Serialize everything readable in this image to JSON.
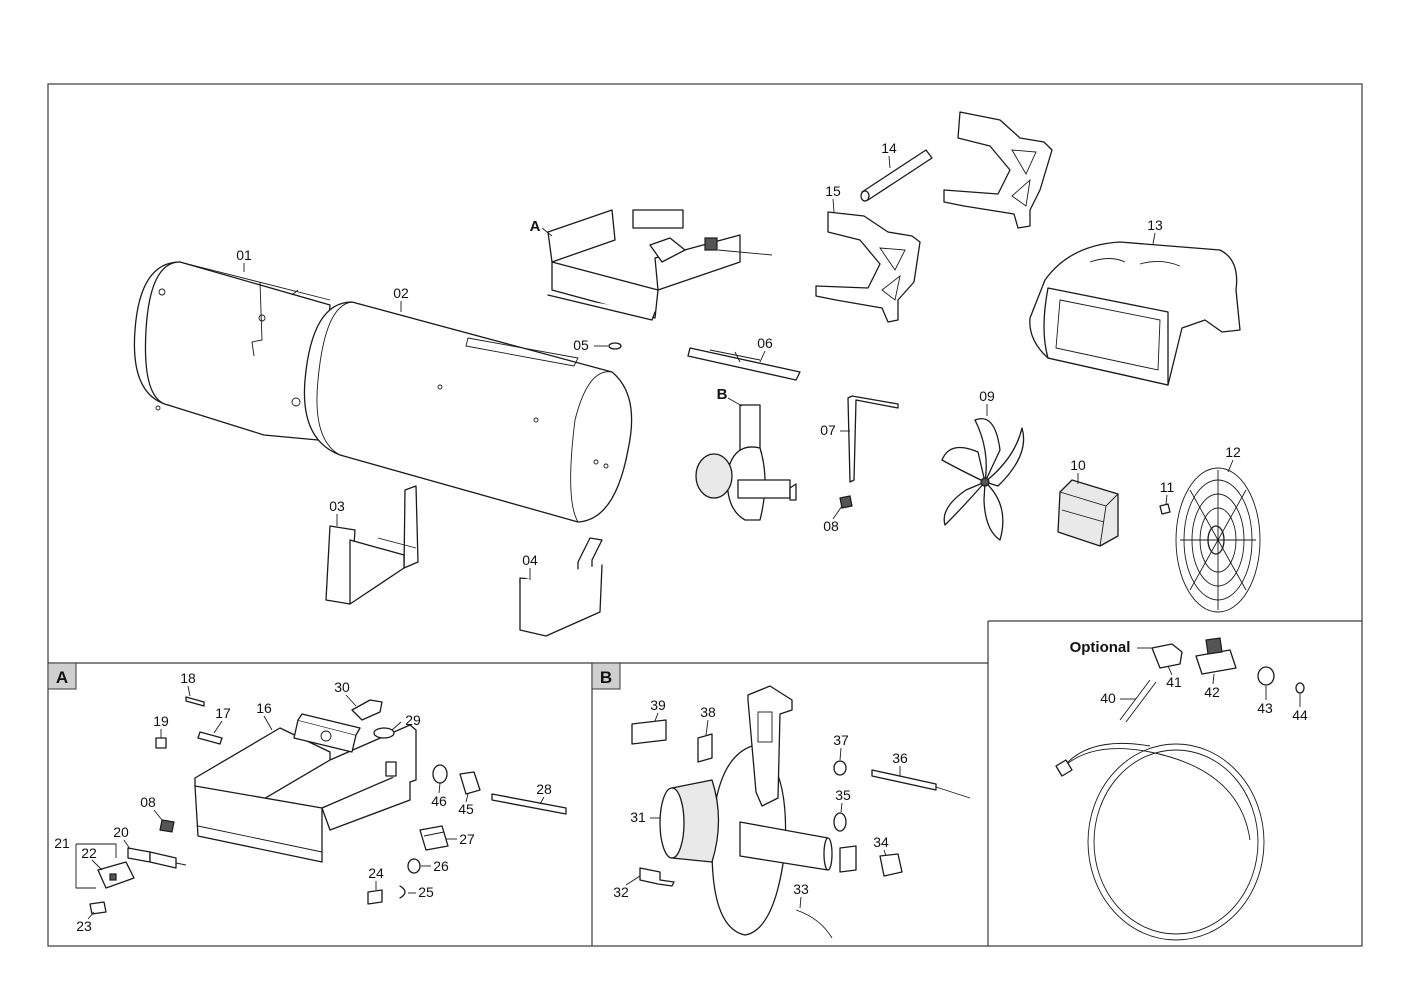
{
  "sections": {
    "A": "A",
    "B": "B",
    "optional": "Optional"
  },
  "main_labels": {
    "p01": "01",
    "p02": "02",
    "p03": "03",
    "p04": "04",
    "p05": "05",
    "p06": "06",
    "p07": "07",
    "p08": "08",
    "p09": "09",
    "p10": "10",
    "p11": "11",
    "p12": "12",
    "p13": "13",
    "p14": "14",
    "p15": "15",
    "refA": "A",
    "refB": "B"
  },
  "panel_a_labels": {
    "p16": "16",
    "p17": "17",
    "p18": "18",
    "p19": "19",
    "p08": "08",
    "p20": "20",
    "p21": "21",
    "p22": "22",
    "p23": "23",
    "p24": "24",
    "p25": "25",
    "p26": "26",
    "p27": "27",
    "p28": "28",
    "p29": "29",
    "p30": "30",
    "p45": "45",
    "p46": "46"
  },
  "panel_b_labels": {
    "p31": "31",
    "p32": "32",
    "p33": "33",
    "p34": "34",
    "p35": "35",
    "p36": "36",
    "p37": "37",
    "p38": "38",
    "p39": "39"
  },
  "optional_labels": {
    "p40": "40",
    "p41": "41",
    "p42": "42",
    "p43": "43",
    "p44": "44"
  }
}
